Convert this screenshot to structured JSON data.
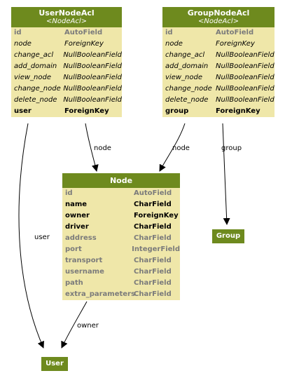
{
  "models": {
    "usernodeacl": {
      "title": "UserNodeAcl",
      "subtitle": "<NodeAcl>",
      "fields": [
        {
          "name": "id",
          "type": "AutoField",
          "style": "grey"
        },
        {
          "name": "node",
          "type": "ForeignKey",
          "style": "italic"
        },
        {
          "name": "change_acl",
          "type": "NullBooleanField",
          "style": "italic"
        },
        {
          "name": "add_domain",
          "type": "NullBooleanField",
          "style": "italic"
        },
        {
          "name": "view_node",
          "type": "NullBooleanField",
          "style": "italic"
        },
        {
          "name": "change_node",
          "type": "NullBooleanField",
          "style": "italic"
        },
        {
          "name": "delete_node",
          "type": "NullBooleanField",
          "style": "italic"
        },
        {
          "name": "user",
          "type": "ForeignKey",
          "style": "bold"
        }
      ]
    },
    "groupnodeacl": {
      "title": "GroupNodeAcl",
      "subtitle": "<NodeAcl>",
      "fields": [
        {
          "name": "id",
          "type": "AutoField",
          "style": "grey"
        },
        {
          "name": "node",
          "type": "ForeignKey",
          "style": "italic"
        },
        {
          "name": "change_acl",
          "type": "NullBooleanField",
          "style": "italic"
        },
        {
          "name": "add_domain",
          "type": "NullBooleanField",
          "style": "italic"
        },
        {
          "name": "view_node",
          "type": "NullBooleanField",
          "style": "italic"
        },
        {
          "name": "change_node",
          "type": "NullBooleanField",
          "style": "italic"
        },
        {
          "name": "delete_node",
          "type": "NullBooleanField",
          "style": "italic"
        },
        {
          "name": "group",
          "type": "ForeignKey",
          "style": "bold"
        }
      ]
    },
    "node": {
      "title": "Node",
      "fields": [
        {
          "name": "id",
          "type": "AutoField",
          "style": "grey"
        },
        {
          "name": "name",
          "type": "CharField",
          "style": "bold"
        },
        {
          "name": "owner",
          "type": "ForeignKey",
          "style": "bold"
        },
        {
          "name": "driver",
          "type": "CharField",
          "style": "bold"
        },
        {
          "name": "address",
          "type": "CharField",
          "style": "grey"
        },
        {
          "name": "port",
          "type": "IntegerField",
          "style": "grey"
        },
        {
          "name": "transport",
          "type": "CharField",
          "style": "grey"
        },
        {
          "name": "username",
          "type": "CharField",
          "style": "grey"
        },
        {
          "name": "path",
          "type": "CharField",
          "style": "grey"
        },
        {
          "name": "extra_parameters",
          "type": "CharField",
          "style": "grey"
        }
      ]
    },
    "group": {
      "title": "Group"
    },
    "user": {
      "title": "User"
    }
  },
  "edge_labels": {
    "usernode_node": "node",
    "usernode_user": "user",
    "groupnode_node": "node",
    "groupnode_group": "group",
    "node_owner": "owner"
  },
  "colors": {
    "header": "#6e8a1e",
    "body": "#efe7a9",
    "grey_text": "#7b7b7b"
  }
}
